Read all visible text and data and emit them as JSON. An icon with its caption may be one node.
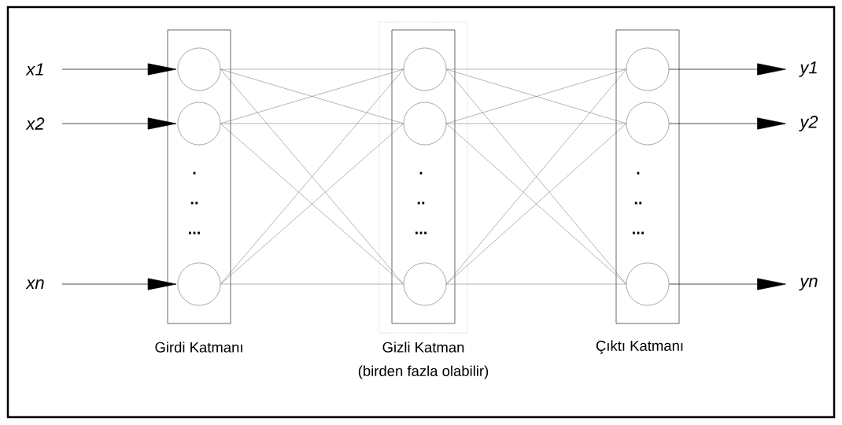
{
  "diagram": {
    "nodes": [
      {
        "text": [
          "x1"
        ]
      },
      {
        "text": [
          "x2"
        ]
      },
      {
        "text": [
          "xn"
        ]
      },
      {
        "text": [
          "Girdi Katmanı"
        ]
      },
      {
        "text": [],
        "shape": "circle",
        "in": 3
      },
      {
        "text": [],
        "shape": "circle",
        "in": 3
      },
      {
        "text": [],
        "shape": "circle",
        "in": 3
      },
      {
        "text": [
          "Gizli Katman",
          "(birden fazla olabilir)"
        ]
      },
      {
        "text": [],
        "shape": "circle",
        "in": 7
      },
      {
        "text": [],
        "shape": "circle",
        "in": 7
      },
      {
        "text": [],
        "shape": "circle",
        "in": 7
      },
      {
        "text": [
          "Çıktı Katmanı"
        ]
      },
      {
        "text": [],
        "shape": "circle",
        "in": 11
      },
      {
        "text": [],
        "shape": "circle",
        "in": 11
      },
      {
        "text": [],
        "shape": "circle",
        "in": 11
      },
      {
        "text": [
          "y1"
        ]
      },
      {
        "text": [
          "y2"
        ]
      },
      {
        "text": [
          "yn"
        ]
      }
    ],
    "edges": [
      {
        "from": 0,
        "to": 4,
        "arrow": "to"
      },
      {
        "from": 1,
        "to": 5,
        "arrow": "to"
      },
      {
        "from": 2,
        "to": 6,
        "arrow": "to"
      },
      {
        "from": 4,
        "to": 8,
        "arrow": "none"
      },
      {
        "from": 4,
        "to": 9,
        "arrow": "none"
      },
      {
        "from": 4,
        "to": 10,
        "arrow": "none"
      },
      {
        "from": 5,
        "to": 8,
        "arrow": "none"
      },
      {
        "from": 5,
        "to": 9,
        "arrow": "none"
      },
      {
        "from": 5,
        "to": 10,
        "arrow": "none"
      },
      {
        "from": 6,
        "to": 8,
        "arrow": "none"
      },
      {
        "from": 6,
        "to": 9,
        "arrow": "none"
      },
      {
        "from": 6,
        "to": 10,
        "arrow": "none"
      },
      {
        "from": 8,
        "to": 12,
        "arrow": "none"
      },
      {
        "from": 8,
        "to": 13,
        "arrow": "none"
      },
      {
        "from": 8,
        "to": 14,
        "arrow": "none"
      },
      {
        "from": 9,
        "to": 12,
        "arrow": "none"
      },
      {
        "from": 9,
        "to": 13,
        "arrow": "none"
      },
      {
        "from": 9,
        "to": 14,
        "arrow": "none"
      },
      {
        "from": 10,
        "to": 12,
        "arrow": "none"
      },
      {
        "from": 10,
        "to": 13,
        "arrow": "none"
      },
      {
        "from": 10,
        "to": 14,
        "arrow": "none"
      },
      {
        "from": 12,
        "to": 15,
        "arrow": "to"
      },
      {
        "from": 13,
        "to": 16,
        "arrow": "to"
      },
      {
        "from": 14,
        "to": 17,
        "arrow": "to"
      }
    ],
    "labels": [
      ".",
      ".",
      ".",
      "..",
      "..",
      "..",
      "...",
      "...",
      "..."
    ]
  }
}
